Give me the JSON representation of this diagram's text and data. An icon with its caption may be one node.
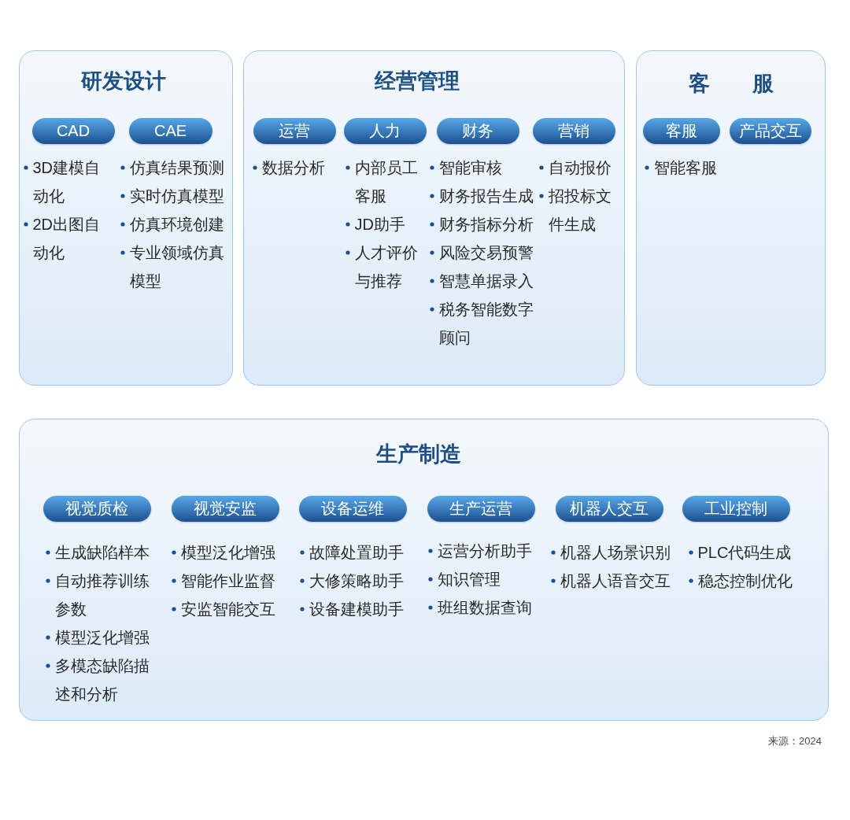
{
  "diagram": {
    "nodes": [
      {
        "text": [
          "研发设计"
        ]
      },
      {
        "text": [
          "CAD"
        ],
        "in": 0,
        "beside": [
          "3D建模自动化",
          "2D出图自动化"
        ]
      },
      {
        "text": [
          "CAE"
        ],
        "in": 0,
        "beside": [
          "仿真结果预测",
          "实时仿真模型",
          "仿真环境创建",
          "专业领域仿真模型"
        ]
      },
      {
        "text": [
          "经营管理"
        ]
      },
      {
        "text": [
          "运营"
        ],
        "in": 3,
        "beside": [
          "数据分析"
        ]
      },
      {
        "text": [
          "人力"
        ],
        "in": 3,
        "beside": [
          "内部员工客服",
          "JD助手",
          "人才评价与推荐"
        ]
      },
      {
        "text": [
          "财务"
        ],
        "in": 3,
        "beside": [
          "智能审核",
          "财务报告生成",
          "财务指标分析",
          "风险交易预警",
          "智慧单据录入",
          "税务智能数字顾问"
        ]
      },
      {
        "text": [
          "营销"
        ],
        "in": 3,
        "beside": [
          "自动报价",
          "招投标文件生成"
        ]
      },
      {
        "text": [
          "客　　服"
        ]
      },
      {
        "text": [
          "客服"
        ],
        "in": 8,
        "beside": [
          "智能客服"
        ]
      },
      {
        "text": [
          "产品交互"
        ],
        "in": 8
      },
      {
        "text": [
          "生产制造"
        ]
      },
      {
        "text": [
          "视觉质检"
        ],
        "in": 11,
        "beside": [
          "生成缺陷样本",
          "自动推荐训练参数",
          "模型泛化增强",
          "多模态缺陷描述和分析"
        ]
      },
      {
        "text": [
          "视觉安监"
        ],
        "in": 11,
        "beside": [
          "模型泛化增强",
          "智能作业监督",
          "安监智能交互"
        ]
      },
      {
        "text": [
          "设备运维"
        ],
        "in": 11,
        "beside": [
          "故障处置助手",
          "大修策略助手",
          "设备建模助手"
        ]
      },
      {
        "text": [
          "生产运营"
        ],
        "in": 11,
        "beside": [
          "运营分析助手",
          "知识管理",
          "班组数据查询"
        ]
      },
      {
        "text": [
          "机器人交互"
        ],
        "in": 11,
        "beside": [
          "机器人场景识别",
          "机器人语音交互"
        ]
      },
      {
        "text": [
          "工业控制"
        ],
        "in": 11,
        "beside": [
          "PLC代码生成",
          "稳态控制优化"
        ]
      }
    ],
    "labels": [
      "来源：2024"
    ]
  }
}
